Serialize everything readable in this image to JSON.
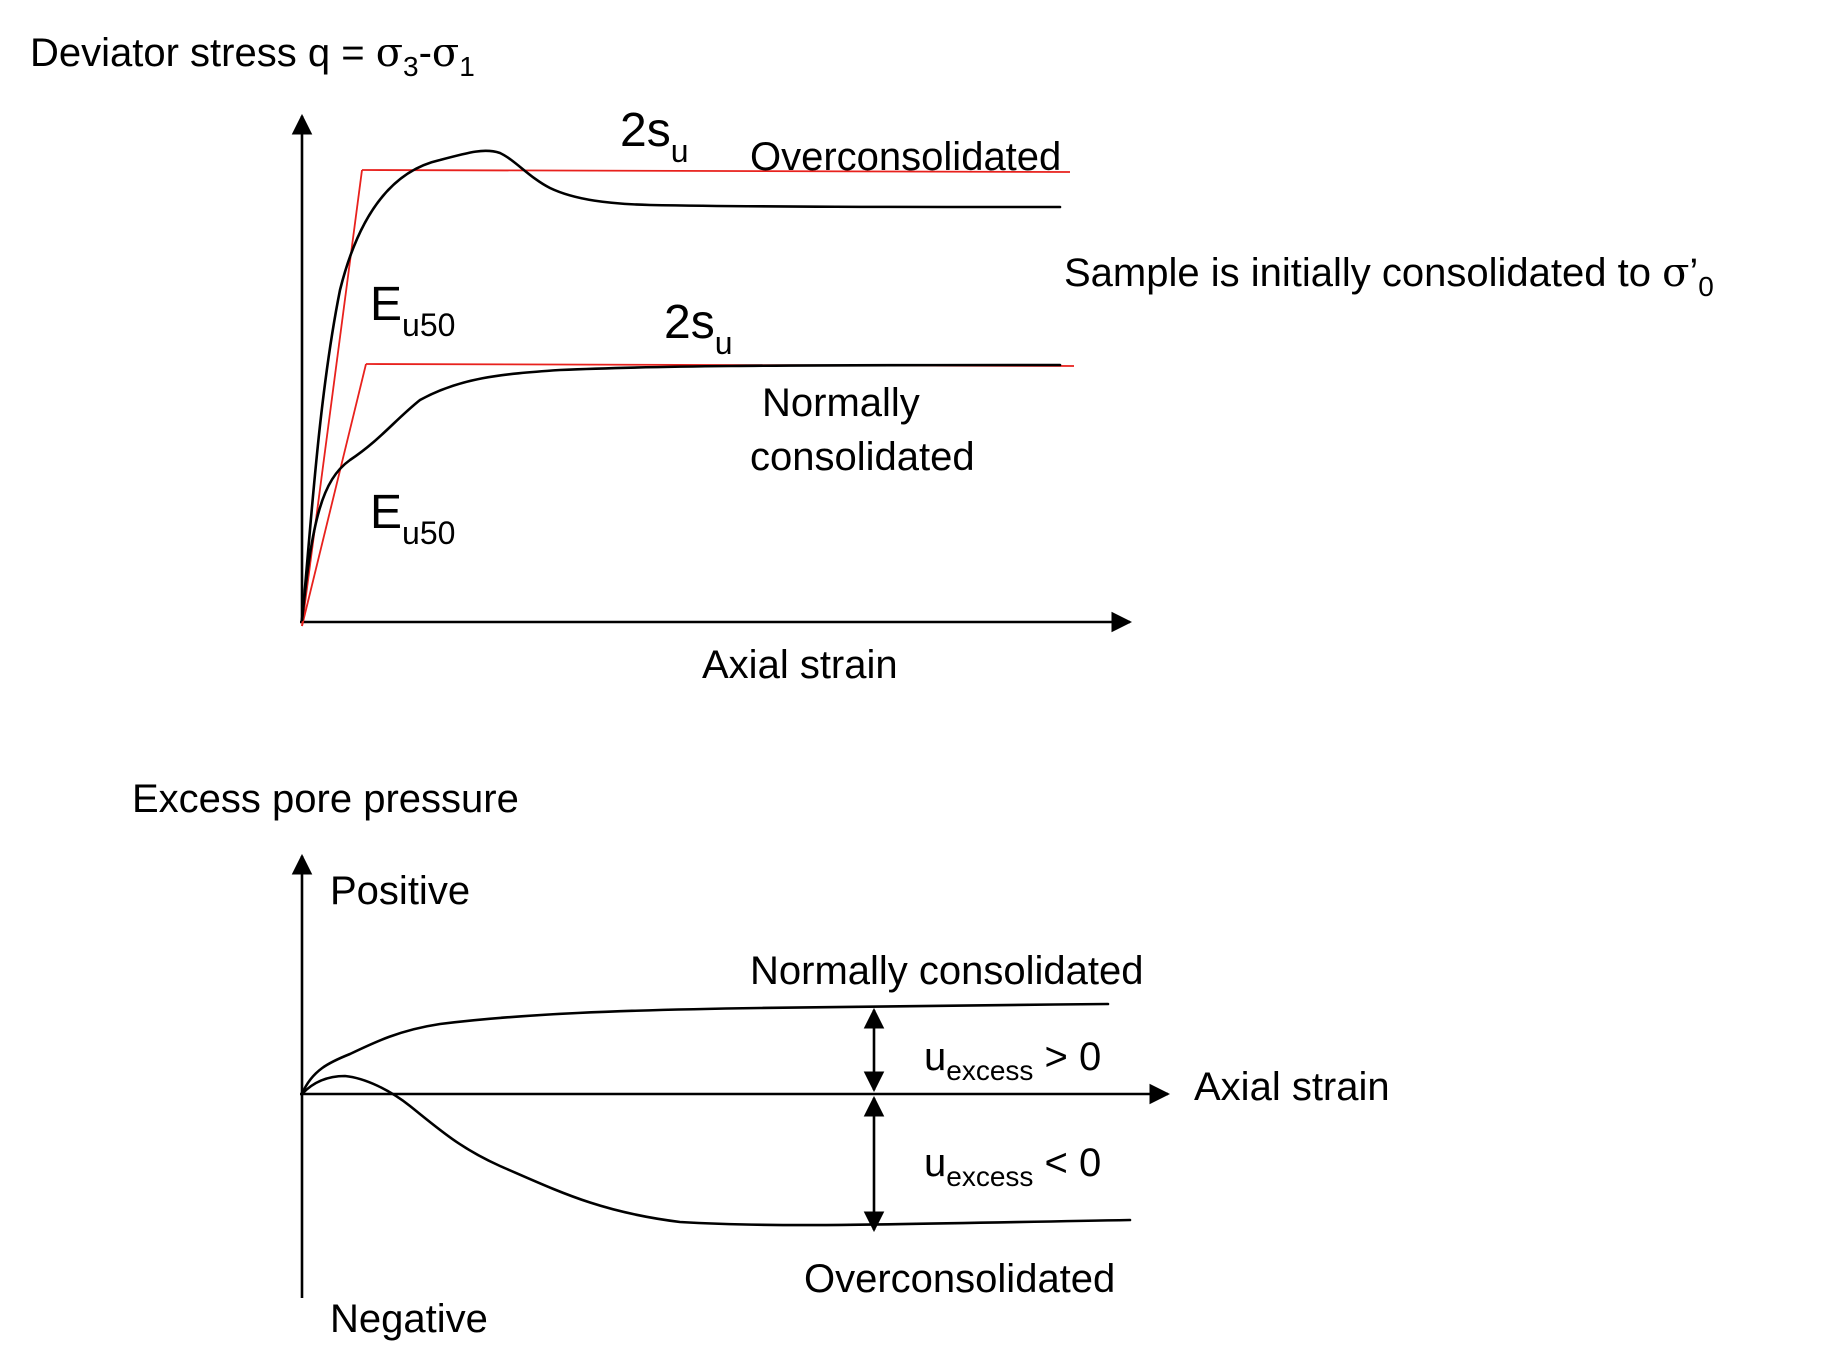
{
  "top_plot": {
    "y_axis_label": {
      "prefix": "Deviator stress q = ",
      "sigma_symbol": "σ",
      "sub_a": "3",
      "dash": "-",
      "sub_b": "1"
    },
    "x_axis_label": "Axial strain",
    "oc_peak_label": {
      "main": "2s",
      "sub": "u"
    },
    "oc_curve_label": "Overconsolidated",
    "nc_peak_label": {
      "main": "2s",
      "sub": "u"
    },
    "nc_curve_label_line1": "Normally",
    "nc_curve_label_line2": "consolidated",
    "modulus_label_upper": {
      "main": "E",
      "sub": "u50"
    },
    "modulus_label_lower": {
      "main": "E",
      "sub": "u50"
    },
    "note": {
      "text": "Sample is initially consolidated to ",
      "sigma_symbol": "σ",
      "prime": "’",
      "sub": "0"
    },
    "colors": {
      "curve": "#000000",
      "secant_lines": "#e8211d"
    }
  },
  "bottom_plot": {
    "y_axis_label": "Excess pore pressure",
    "positive_label": "Positive",
    "negative_label": "Negative",
    "x_axis_label": "Axial strain",
    "nc_curve_label": "Normally consolidated",
    "oc_curve_label": "Overconsolidated",
    "u_positive": {
      "main": "u",
      "sub": "excess",
      "rel": " > 0"
    },
    "u_negative": {
      "main": "u",
      "sub": "excess",
      "rel": " < 0"
    }
  }
}
